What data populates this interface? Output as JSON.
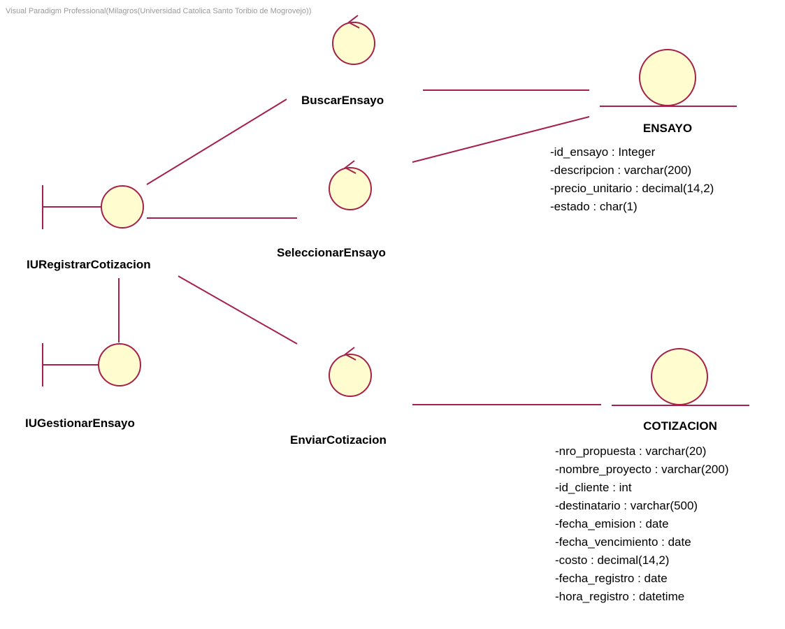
{
  "watermark": "Visual Paradigm Professional(Milagros(Universidad Catolica Santo Toribio de Mogrovejo))",
  "boundaries": [
    {
      "id": "iu_registrar",
      "name": "IURegistrarCotizacion"
    },
    {
      "id": "iu_gestionar",
      "name": "IUGestionarEnsayo"
    }
  ],
  "controls": [
    {
      "id": "buscar",
      "name": "BuscarEnsayo"
    },
    {
      "id": "seleccionar",
      "name": "SeleccionarEnsayo"
    },
    {
      "id": "enviar",
      "name": "EnviarCotizacion"
    }
  ],
  "entities": [
    {
      "id": "ensayo",
      "name": "ENSAYO",
      "attributes": [
        "-id_ensayo : Integer",
        "-descripcion : varchar(200)",
        "-precio_unitario : decimal(14,2)",
        "-estado : char(1)"
      ]
    },
    {
      "id": "cotizacion",
      "name": "COTIZACION",
      "attributes": [
        "-nro_propuesta : varchar(20)",
        "-nombre_proyecto : varchar(200)",
        "-id_cliente : int",
        "-destinatario : varchar(500)",
        "-fecha_emision : date",
        "-fecha_vencimiento : date",
        "-costo : decimal(14,2)",
        "-fecha_registro : date",
        "-hora_registro : datetime"
      ]
    }
  ],
  "colors": {
    "fill": "#fffccf",
    "stroke": "#a5214a"
  }
}
